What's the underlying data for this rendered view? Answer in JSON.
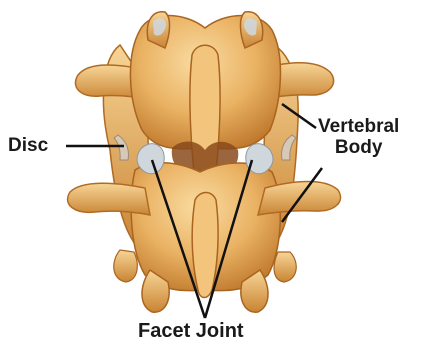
{
  "labels": {
    "disc": "Disc",
    "vertebral_line1": "Vertebral",
    "vertebral_line2": "Body",
    "facet_joint": "Facet Joint"
  },
  "colors": {
    "bone_light": "#f6cf8c",
    "bone_mid": "#e7a552",
    "bone_dark": "#b76f27",
    "cartilage": "#cfd6dc",
    "canal": "#8a4a1c",
    "text": "#1a1a1a"
  }
}
